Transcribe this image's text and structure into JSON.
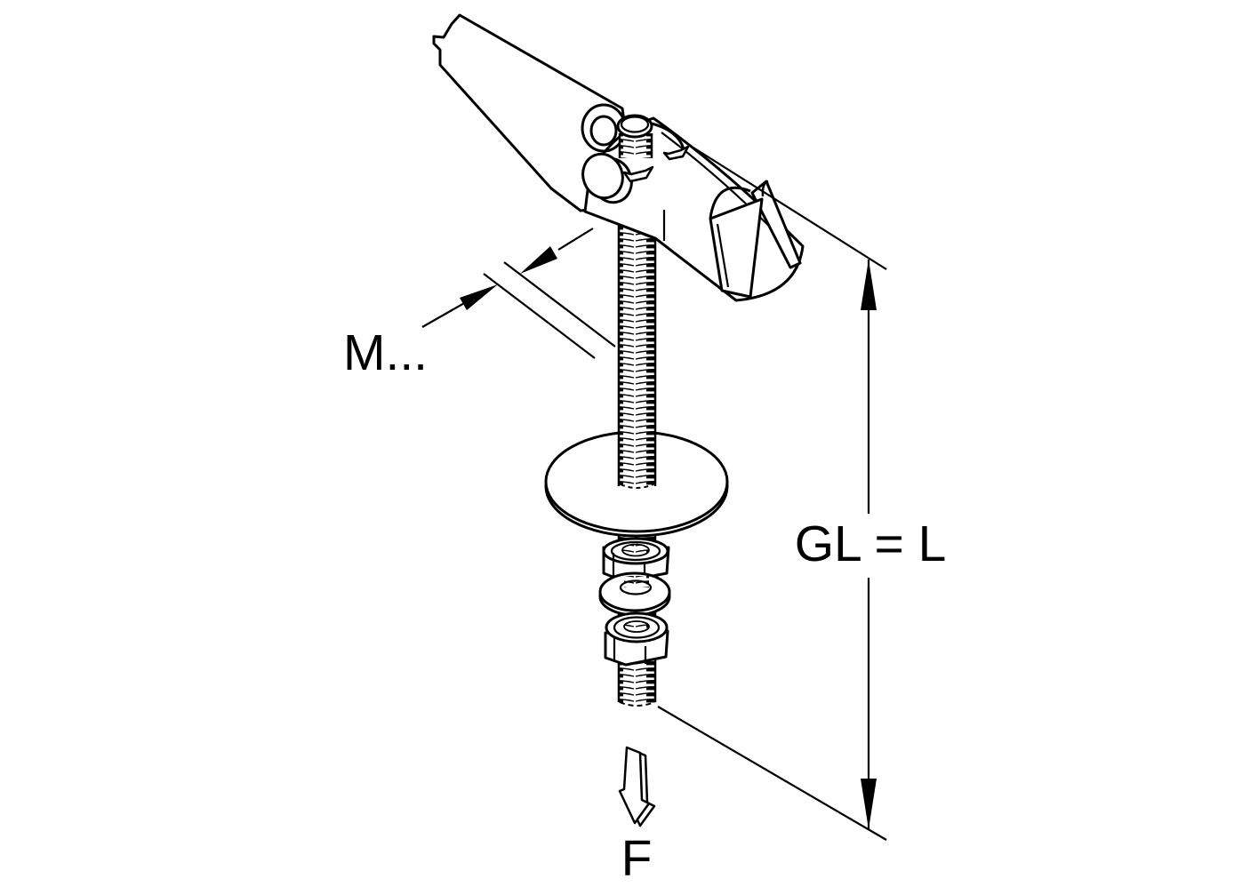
{
  "diagram": {
    "type": "technical-line-drawing",
    "subject": "spring toggle fixing: toggle wings with spring hinge on a vertical threaded rod, large washer plate, hex nut, flat washer, second hex nut, with dimension annotations",
    "colors": {
      "line": "#000000",
      "background": "#ffffff"
    },
    "labels": {
      "thread_size": "M...",
      "overall_length": "GL = L",
      "force": "F"
    }
  }
}
